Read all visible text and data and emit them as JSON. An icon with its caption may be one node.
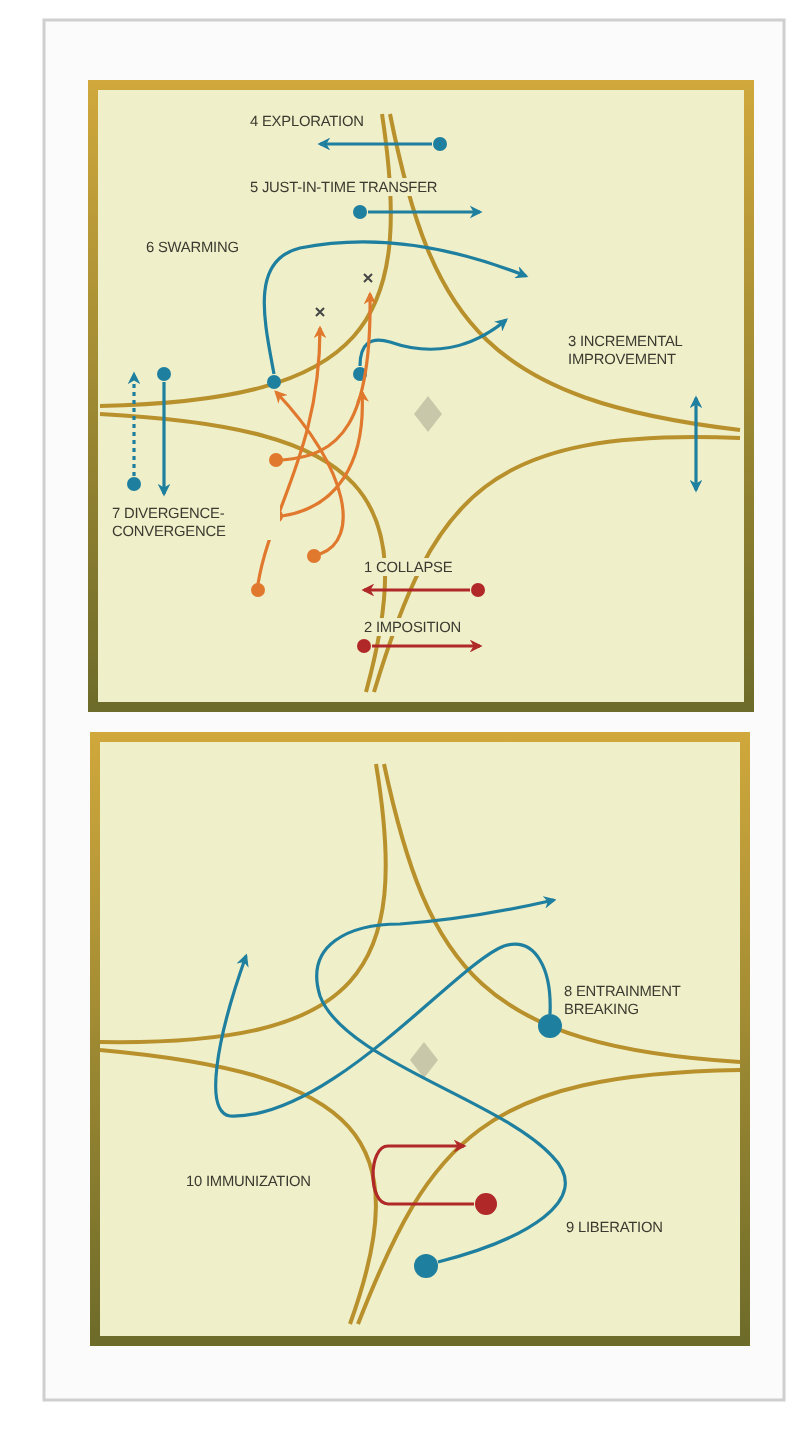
{
  "diagram": {
    "labels": [
      "4 EXPLORATION",
      "5 JUST-IN-TIME TRANSFER",
      "6 SWARMING",
      "3 INCREMENTAL IMPROVEMENT",
      "7 DIVERGENCE-CONVERGENCE",
      "1 COLLAPSE",
      "2 IMPOSITION",
      "8 ENTRAINMENT BREAKING",
      "10 IMMUNIZATION",
      "9 LIBERATION"
    ]
  }
}
